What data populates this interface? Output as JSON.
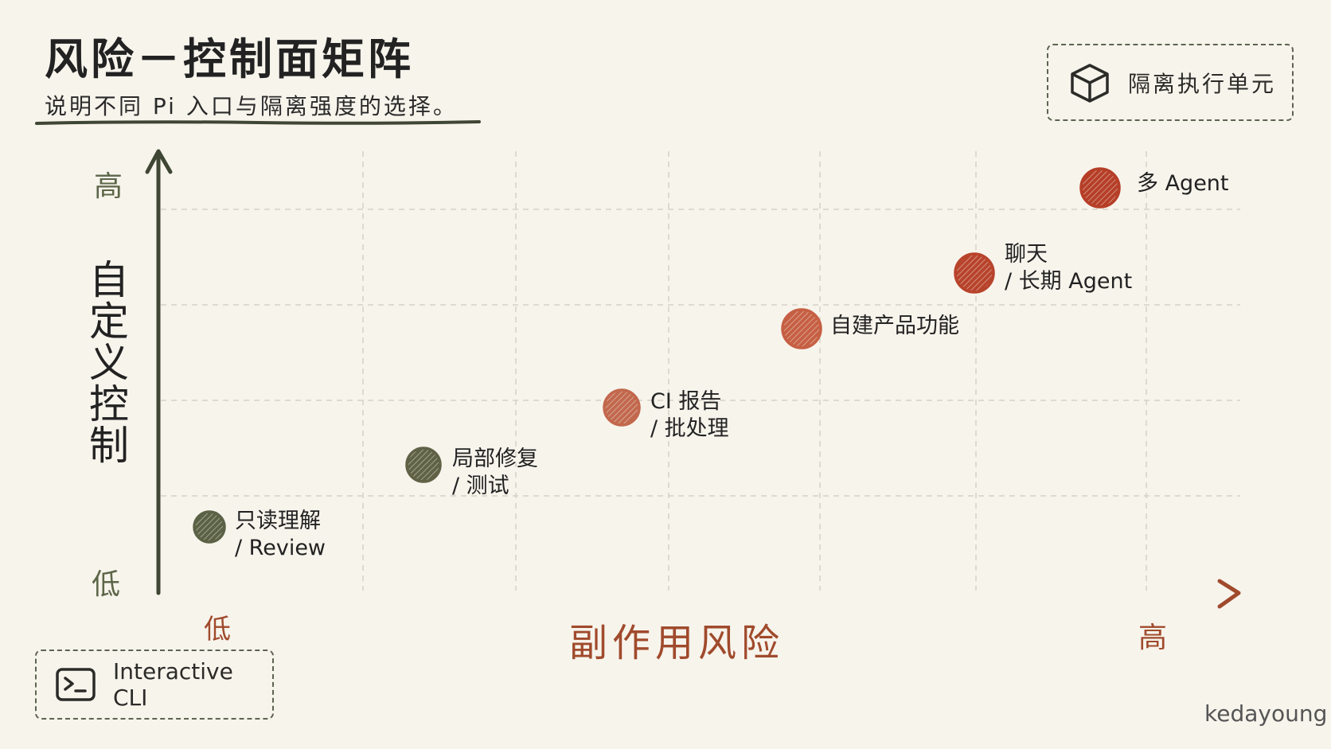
{
  "header": {
    "title": "风险－控制面矩阵",
    "subtitle": "说明不同 Pi 入口与隔离强度的选择。"
  },
  "legend_isolation": {
    "icon": "cube-icon",
    "label": "隔离执行单元"
  },
  "legend_cli": {
    "icon": "terminal-icon",
    "label": "Interactive CLI"
  },
  "axes": {
    "y_title": "自定义控制",
    "y_low": "低",
    "y_high": "高",
    "x_title": "副作用风险",
    "x_low": "低",
    "x_high": "高"
  },
  "colors": {
    "background": "#f7f4ec",
    "grid": "#d7d2c6",
    "axis_y": "#3f4634",
    "axis_x": "#a04a2c",
    "low_risk": "#5b6145",
    "high_risk": "#b8432b"
  },
  "points": [
    {
      "label_line1": "只读理解",
      "label_line2": "/ Review",
      "risk": 1,
      "control": 1,
      "color": "#5b6145"
    },
    {
      "label_line1": "局部修复",
      "label_line2": "/ 测试",
      "risk": 2,
      "control": 2,
      "color": "#5f6245"
    },
    {
      "label_line1": "CI 报告",
      "label_line2": "/ 批处理",
      "risk": 3,
      "control": 3,
      "color": "#c2684d"
    },
    {
      "label_line1": "自建产品功能",
      "label_line2": "",
      "risk": 4,
      "control": 4,
      "color": "#c65f43"
    },
    {
      "label_line1": "聊天",
      "label_line2": "/ 长期 Agent",
      "risk": 5,
      "control": 5,
      "color": "#b8432b"
    },
    {
      "label_line1": "多 Agent",
      "label_line2": "",
      "risk": 6,
      "control": 6,
      "color": "#b63e27"
    }
  ],
  "signature": "kedayoung"
}
